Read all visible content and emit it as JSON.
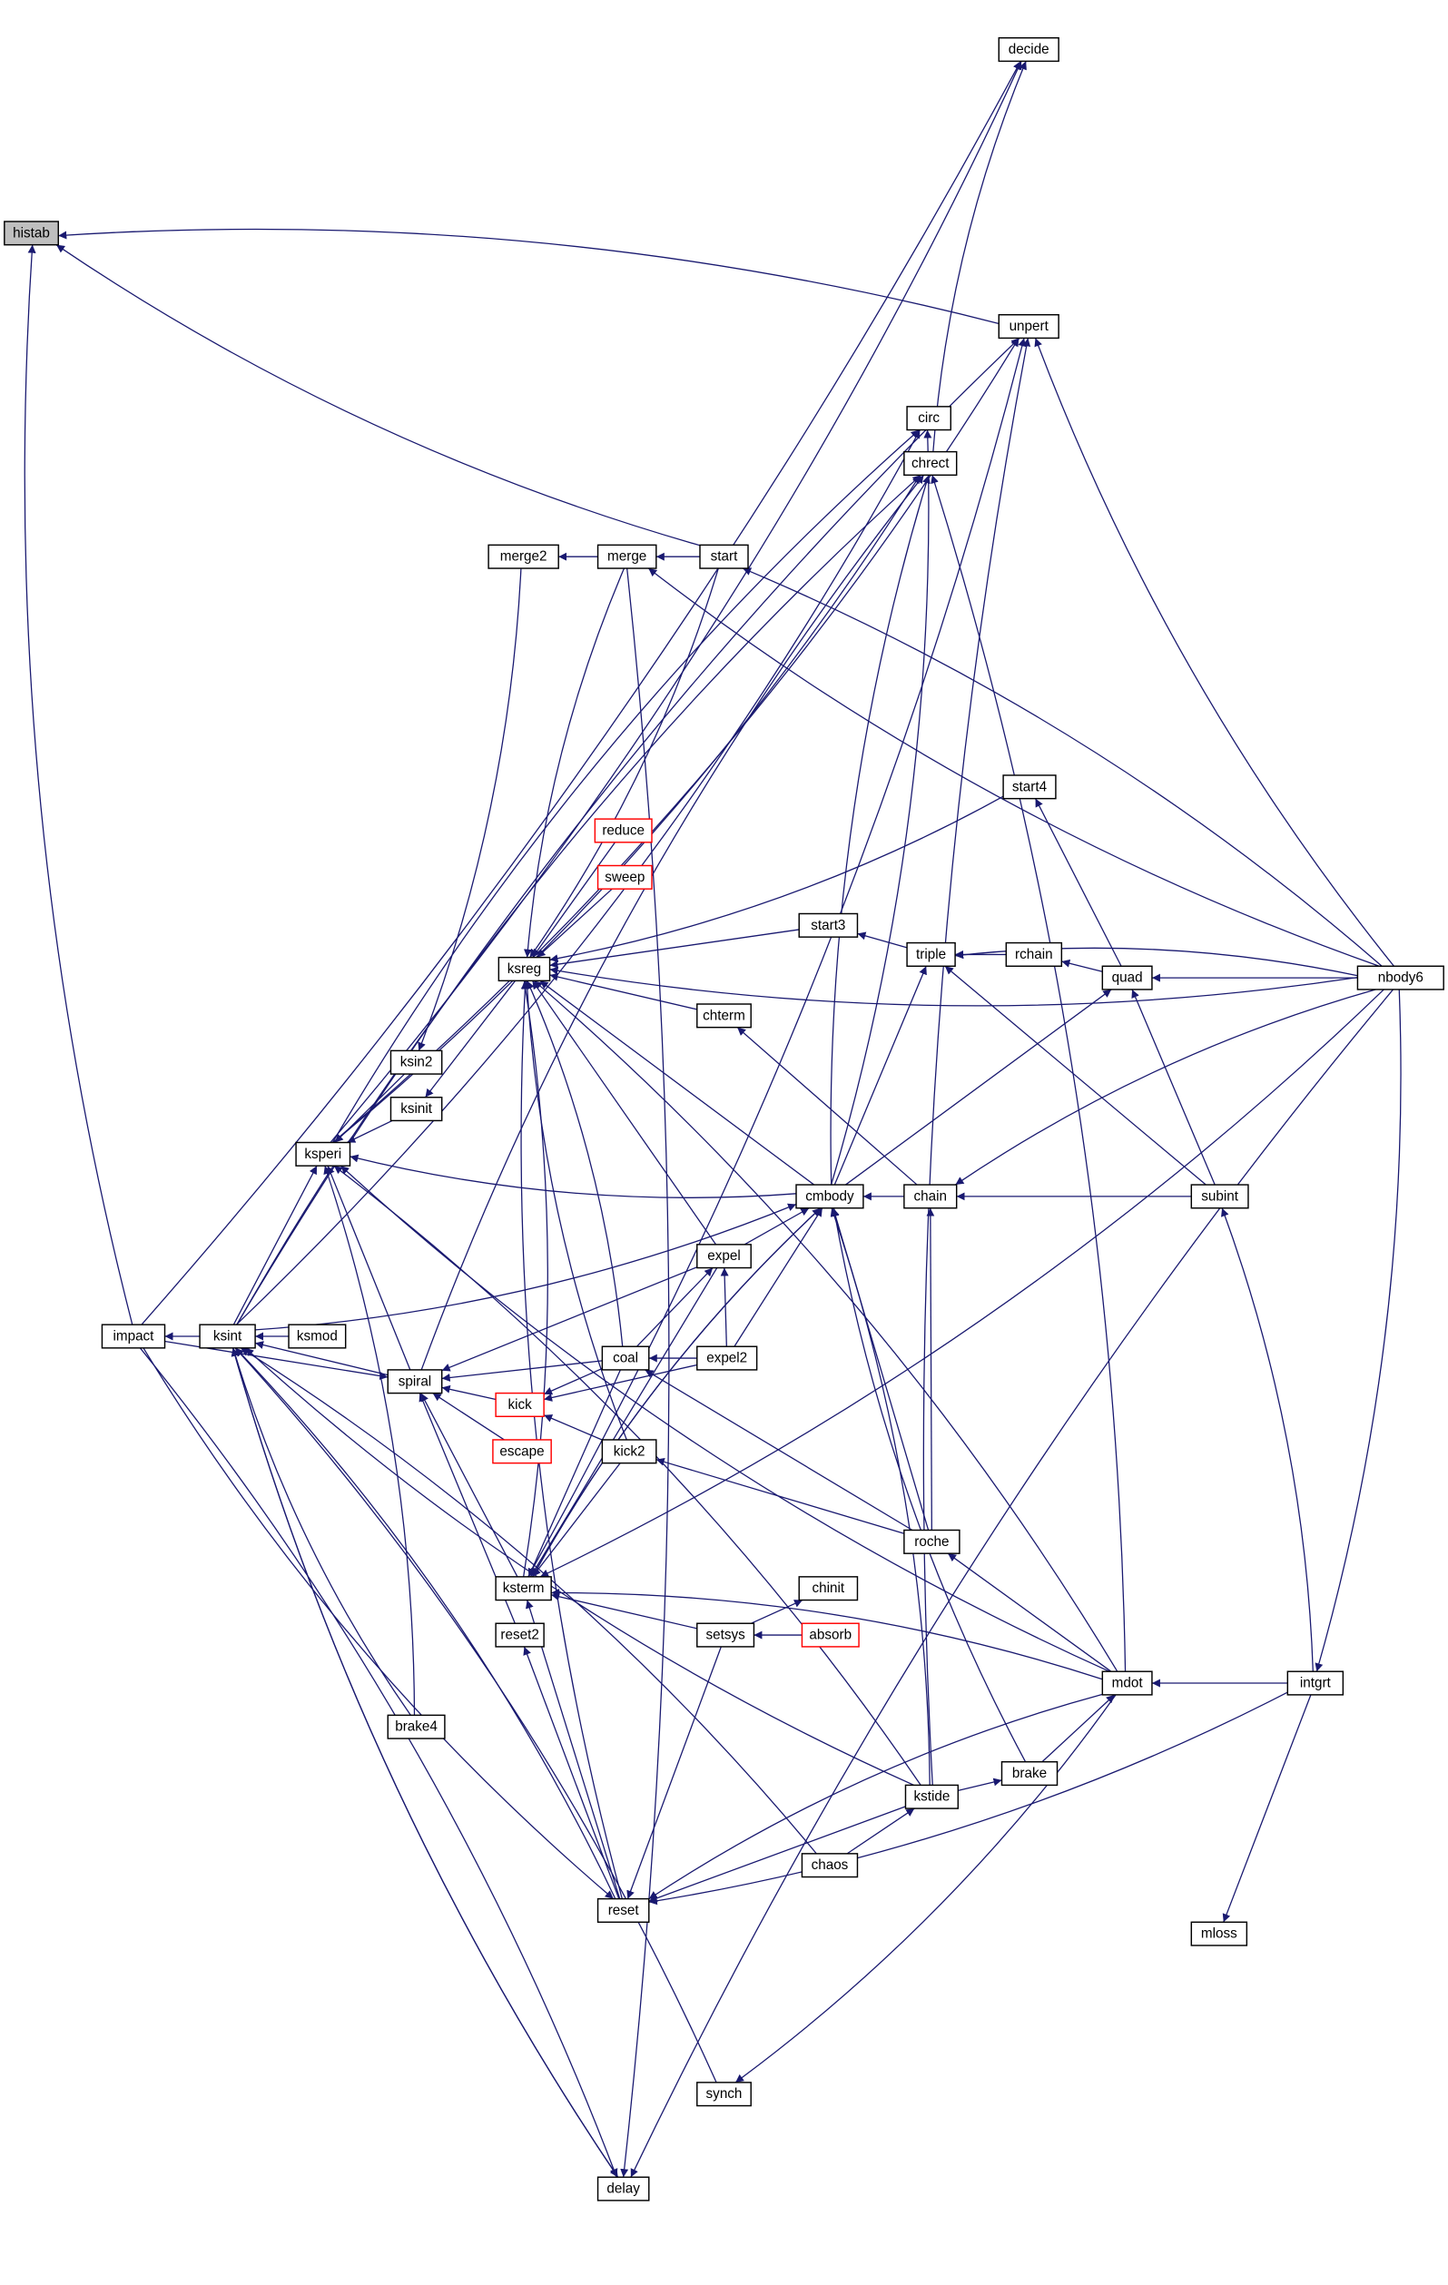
{
  "title": "histab caller graph",
  "colors": {
    "edge": "#191970",
    "root_fill": "#bfbfbf",
    "normal_border": "#000000",
    "truncated_border": "#ff0000"
  },
  "nodes": [
    {
      "id": "histab",
      "label": "histab",
      "root": true
    },
    {
      "id": "decide",
      "label": "decide"
    },
    {
      "id": "unpert",
      "label": "unpert"
    },
    {
      "id": "circ",
      "label": "circ"
    },
    {
      "id": "chrect",
      "label": "chrect"
    },
    {
      "id": "merge2",
      "label": "merge2"
    },
    {
      "id": "merge",
      "label": "merge"
    },
    {
      "id": "start",
      "label": "start"
    },
    {
      "id": "start4",
      "label": "start4"
    },
    {
      "id": "reduce",
      "label": "reduce",
      "truncated": true
    },
    {
      "id": "sweep",
      "label": "sweep",
      "truncated": true
    },
    {
      "id": "start3",
      "label": "start3"
    },
    {
      "id": "triple",
      "label": "triple"
    },
    {
      "id": "rchain",
      "label": "rchain"
    },
    {
      "id": "quad",
      "label": "quad"
    },
    {
      "id": "nbody6",
      "label": "nbody6"
    },
    {
      "id": "ksreg",
      "label": "ksreg"
    },
    {
      "id": "chterm",
      "label": "chterm"
    },
    {
      "id": "ksin2",
      "label": "ksin2"
    },
    {
      "id": "ksinit",
      "label": "ksinit"
    },
    {
      "id": "ksperi",
      "label": "ksperi"
    },
    {
      "id": "cmbody",
      "label": "cmbody"
    },
    {
      "id": "chain",
      "label": "chain"
    },
    {
      "id": "subint",
      "label": "subint"
    },
    {
      "id": "expel",
      "label": "expel"
    },
    {
      "id": "impact",
      "label": "impact"
    },
    {
      "id": "ksint",
      "label": "ksint"
    },
    {
      "id": "ksmod",
      "label": "ksmod"
    },
    {
      "id": "coal",
      "label": "coal"
    },
    {
      "id": "expel2",
      "label": "expel2"
    },
    {
      "id": "spiral",
      "label": "spiral"
    },
    {
      "id": "kick",
      "label": "kick",
      "truncated": true
    },
    {
      "id": "escape",
      "label": "escape",
      "truncated": true
    },
    {
      "id": "kick2",
      "label": "kick2"
    },
    {
      "id": "roche",
      "label": "roche"
    },
    {
      "id": "ksterm",
      "label": "ksterm"
    },
    {
      "id": "chinit",
      "label": "chinit"
    },
    {
      "id": "setsys",
      "label": "setsys"
    },
    {
      "id": "absorb",
      "label": "absorb",
      "truncated": true
    },
    {
      "id": "reset2",
      "label": "reset2"
    },
    {
      "id": "mdot",
      "label": "mdot"
    },
    {
      "id": "intgrt",
      "label": "intgrt"
    },
    {
      "id": "brake4",
      "label": "brake4"
    },
    {
      "id": "brake",
      "label": "brake"
    },
    {
      "id": "kstide",
      "label": "kstide"
    },
    {
      "id": "chaos",
      "label": "chaos"
    },
    {
      "id": "reset",
      "label": "reset"
    },
    {
      "id": "mloss",
      "label": "mloss"
    },
    {
      "id": "synch",
      "label": "synch"
    },
    {
      "id": "delay",
      "label": "delay"
    }
  ],
  "edges": [
    [
      "impact",
      "histab"
    ],
    [
      "unpert",
      "histab"
    ],
    [
      "start",
      "histab"
    ],
    [
      "impact",
      "decide"
    ],
    [
      "chrect",
      "decide"
    ],
    [
      "ksperi",
      "decide"
    ],
    [
      "ksint",
      "unpert"
    ],
    [
      "ksperi",
      "unpert"
    ],
    [
      "kstide",
      "unpert"
    ],
    [
      "ksterm",
      "unpert"
    ],
    [
      "nbody6",
      "unpert"
    ],
    [
      "ksint",
      "circ"
    ],
    [
      "ksperi",
      "circ"
    ],
    [
      "cmbody",
      "circ"
    ],
    [
      "ksint",
      "chrect"
    ],
    [
      "ksperi",
      "chrect"
    ],
    [
      "cmbody",
      "chrect"
    ],
    [
      "mdot",
      "chrect"
    ],
    [
      "spiral",
      "chrect"
    ],
    [
      "merge",
      "merge2"
    ],
    [
      "merge2",
      "ksin2"
    ],
    [
      "start",
      "merge"
    ],
    [
      "nbody6",
      "merge"
    ],
    [
      "merge",
      "ksreg"
    ],
    [
      "merge",
      "delay"
    ],
    [
      "nbody6",
      "start"
    ],
    [
      "start",
      "ksreg"
    ],
    [
      "quad",
      "start4"
    ],
    [
      "start4",
      "ksreg"
    ],
    [
      "reduce",
      "ksreg"
    ],
    [
      "sweep",
      "ksreg"
    ],
    [
      "start3",
      "ksreg"
    ],
    [
      "chterm",
      "ksreg"
    ],
    [
      "cmbody",
      "ksreg"
    ],
    [
      "expel",
      "ksreg"
    ],
    [
      "coal",
      "ksreg"
    ],
    [
      "kick2",
      "ksreg"
    ],
    [
      "ksterm",
      "ksreg"
    ],
    [
      "reset",
      "ksreg"
    ],
    [
      "mdot",
      "ksreg"
    ],
    [
      "nbody6",
      "ksreg"
    ],
    [
      "triple",
      "start3"
    ],
    [
      "rchain",
      "triple"
    ],
    [
      "nbody6",
      "triple"
    ],
    [
      "subint",
      "triple"
    ],
    [
      "cmbody",
      "triple"
    ],
    [
      "quad",
      "rchain"
    ],
    [
      "nbody6",
      "quad"
    ],
    [
      "subint",
      "quad"
    ],
    [
      "cmbody",
      "quad"
    ],
    [
      "chain",
      "chterm"
    ],
    [
      "ksreg",
      "ksinit"
    ],
    [
      "ksin2",
      "ksperi"
    ],
    [
      "ksinit",
      "ksperi"
    ],
    [
      "cmbody",
      "ksperi"
    ],
    [
      "ksint",
      "ksperi"
    ],
    [
      "spiral",
      "ksperi"
    ],
    [
      "brake4",
      "ksperi"
    ],
    [
      "mdot",
      "ksperi"
    ],
    [
      "kstide",
      "ksperi"
    ],
    [
      "chain",
      "cmbody"
    ],
    [
      "roche",
      "cmbody"
    ],
    [
      "brake",
      "cmbody"
    ],
    [
      "kstide",
      "cmbody"
    ],
    [
      "expel",
      "cmbody"
    ],
    [
      "expel2",
      "cmbody"
    ],
    [
      "ksterm",
      "cmbody"
    ],
    [
      "ksint",
      "cmbody"
    ],
    [
      "subint",
      "chain"
    ],
    [
      "nbody6",
      "chain"
    ],
    [
      "roche",
      "chain"
    ],
    [
      "intgrt",
      "subint"
    ],
    [
      "coal",
      "expel"
    ],
    [
      "expel2",
      "expel"
    ],
    [
      "ksint",
      "impact"
    ],
    [
      "ksmod",
      "ksint"
    ],
    [
      "spiral",
      "ksint"
    ],
    [
      "reset",
      "ksint"
    ],
    [
      "delay",
      "ksint"
    ],
    [
      "synch",
      "ksint"
    ],
    [
      "brake4",
      "ksint"
    ],
    [
      "chaos",
      "ksint"
    ],
    [
      "kstide",
      "ksint"
    ],
    [
      "expel",
      "spiral"
    ],
    [
      "coal",
      "spiral"
    ],
    [
      "kick",
      "spiral"
    ],
    [
      "escape",
      "spiral"
    ],
    [
      "ksterm",
      "spiral"
    ],
    [
      "reset2",
      "spiral"
    ],
    [
      "impact",
      "spiral"
    ],
    [
      "expel2",
      "coal"
    ],
    [
      "roche",
      "coal"
    ],
    [
      "coal",
      "kick"
    ],
    [
      "expel2",
      "kick"
    ],
    [
      "kick2",
      "kick"
    ],
    [
      "roche",
      "kick2"
    ],
    [
      "kick2",
      "ksterm"
    ],
    [
      "coal",
      "ksterm"
    ],
    [
      "expel",
      "ksterm"
    ],
    [
      "setsys",
      "ksterm"
    ],
    [
      "reset",
      "ksterm"
    ],
    [
      "mdot",
      "ksterm"
    ],
    [
      "nbody6",
      "ksterm"
    ],
    [
      "cmbody",
      "ksterm"
    ],
    [
      "mdot",
      "roche"
    ],
    [
      "setsys",
      "chinit"
    ],
    [
      "absorb",
      "setsys"
    ],
    [
      "reset",
      "reset2"
    ],
    [
      "setsys",
      "reset"
    ],
    [
      "mdot",
      "reset"
    ],
    [
      "kstide",
      "reset"
    ],
    [
      "impact",
      "reset"
    ],
    [
      "intgrt",
      "reset"
    ],
    [
      "intgrt",
      "mdot"
    ],
    [
      "brake",
      "mdot"
    ],
    [
      "kstide",
      "brake"
    ],
    [
      "chaos",
      "kstide"
    ],
    [
      "intgrt",
      "mloss"
    ],
    [
      "mdot",
      "synch"
    ],
    [
      "ksint",
      "delay"
    ],
    [
      "impact",
      "delay"
    ],
    [
      "nbody6",
      "delay"
    ],
    [
      "nbody6",
      "intgrt"
    ]
  ]
}
